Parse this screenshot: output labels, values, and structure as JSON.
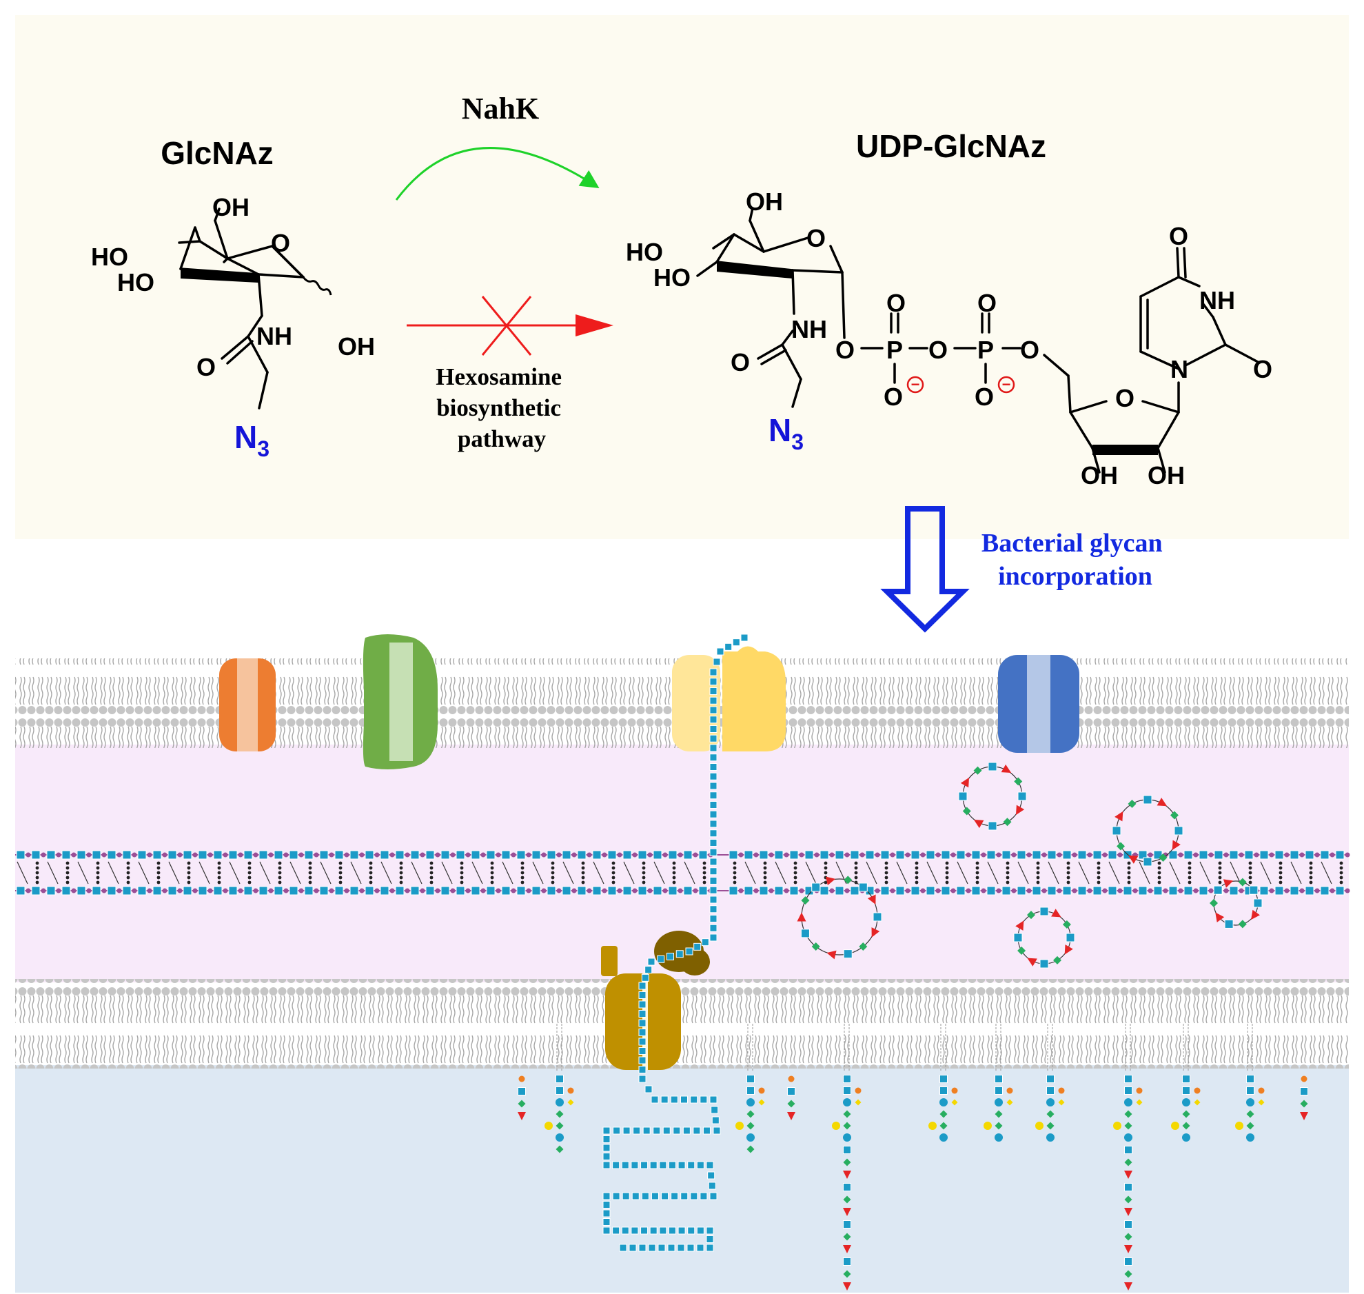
{
  "colors": {
    "top_background": "#fdfbf1",
    "periplasm": "#f8eafa",
    "cytoplasm": "#dde8f3",
    "membrane_head": "#c6c6c6",
    "glcnac_square": "#1b9bc7",
    "fucose_triangle": "#e52425",
    "nahk_arrow": "#1ed22a",
    "blocked_arrow": "#ee1c1c",
    "azide_blue": "#1414d8",
    "incorporation_arrow": "#1229e0"
  },
  "left_molecule": {
    "title": "GlcNAz",
    "atoms": {
      "oh6": "OH",
      "o_ring": "O",
      "ho4": "HO",
      "ho3": "HO",
      "nh": "NH",
      "oh1": "OH",
      "o_amide": "O",
      "azide": "N",
      "azide_sub": "3"
    }
  },
  "reaction": {
    "enzyme_label": "NahK",
    "pathway_label_lines": [
      "Hexosamine",
      "biosynthetic",
      "pathway"
    ]
  },
  "right_molecule": {
    "title": "UDP-GlcNAz",
    "atoms": {
      "oh6": "OH",
      "o_ring": "O",
      "ho4": "HO",
      "ho3": "HO",
      "nh": "NH",
      "o_amide": "O",
      "azide": "N",
      "azide_sub": "3",
      "o_link1": "O",
      "p1": "P",
      "o_bridge": "O",
      "p2": "P",
      "o_link2": "O",
      "p1_dbl_o": "O",
      "p2_dbl_o": "O",
      "p1_neg_o": "O",
      "p2_neg_o": "O",
      "neg_charge": "−",
      "ribose_o": "O",
      "ribose_oh2": "OH",
      "ribose_oh3": "OH",
      "uracil_o4": "O",
      "uracil_nh": "NH",
      "uracil_o2": "O",
      "uracil_n1": "N"
    }
  },
  "incorporation": {
    "label_lines": [
      "Bacterial glycan",
      "incorporation"
    ]
  }
}
